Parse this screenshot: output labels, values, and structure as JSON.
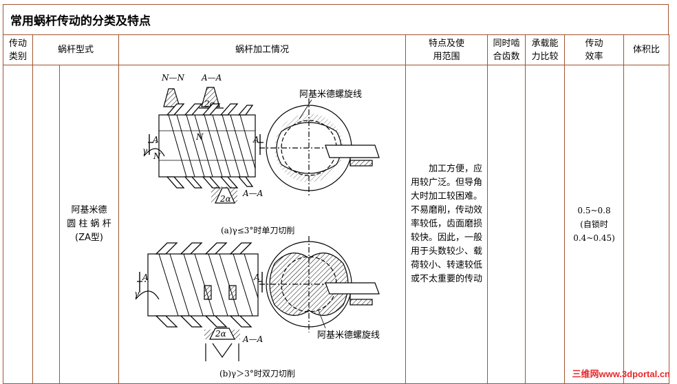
{
  "title": "常用蜗杆传动的分类及特点",
  "headers": {
    "drive_type": "传动\n类别",
    "worm_type": "蜗杆型式",
    "machining": "蜗杆加工情况",
    "features": "特点及使\n用范围",
    "mesh_teeth": "同时啮\n合齿数",
    "load": "承载能\n力比较",
    "efficiency": "传动\n效率",
    "volume": "体积比"
  },
  "row": {
    "worm_type": "阿基米德\n圆 柱 蜗 杆\n(ZA型)",
    "features": "加工方便，应用较广泛。但导角大时加工较困难。不易磨削，传动效率较低，齿面磨损较快。因此，一般用于头数较少、载荷较小、转速较低或不太重要的传动",
    "efficiency": "0.5~0.8\n(自锁时\n0.4~0.45)"
  },
  "figure": {
    "label_nn": "N—N",
    "label_aa_top": "A—A",
    "label_aa_mid": "A—A",
    "label_aa_bot": "A—A",
    "alpha": "2α",
    "gamma": "γ",
    "a": "A",
    "n": "N",
    "spiral_top": "阿基米德螺旋线",
    "spiral_bottom": "阿基米德螺旋线",
    "caption_a": "(a)γ≤3°时单刀切削",
    "caption_b": "(b)γ＞3°时双刀切削"
  },
  "watermark": "三维网www.3dportal.cn",
  "colors": {
    "border": "#a0522d",
    "watermark": "#e8282a"
  }
}
